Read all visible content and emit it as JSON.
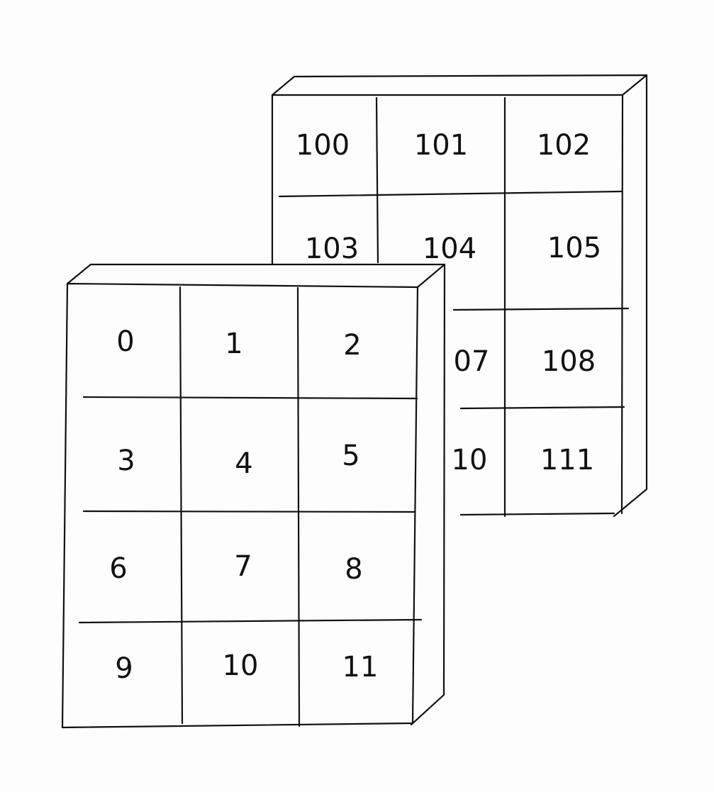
{
  "back_layer": {
    "cells": [
      [
        "100",
        "101",
        "102"
      ],
      [
        "103",
        "104",
        "105"
      ],
      [
        "",
        "",
        "108"
      ],
      [
        "",
        "",
        "111"
      ]
    ],
    "partial_labels": [
      "07",
      "10"
    ]
  },
  "front_layer": {
    "cells": [
      [
        "0",
        "1",
        "2"
      ],
      [
        "3",
        "4",
        "5"
      ],
      [
        "6",
        "7",
        "8"
      ],
      [
        "9",
        "10",
        "11"
      ]
    ]
  }
}
